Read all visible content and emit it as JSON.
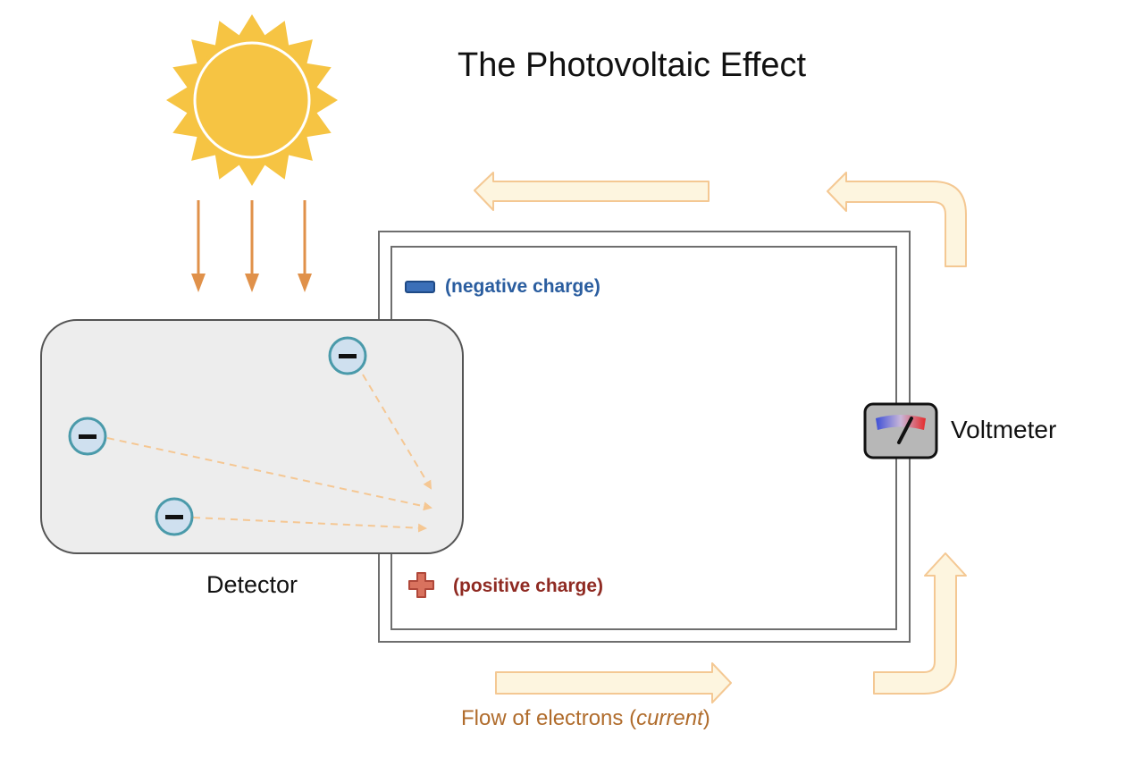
{
  "title": "The Photovoltaic Effect",
  "labels": {
    "detector": "Detector",
    "voltmeter": "Voltmeter",
    "negative_charge": "(negative charge)",
    "positive_charge": "(positive charge)",
    "flow_prefix": "Flow of electrons (",
    "flow_emphasis": "current",
    "flow_suffix": ")"
  },
  "electron_symbol": "−",
  "icons": [
    "sun-icon",
    "electron-icon",
    "minus-icon",
    "plus-icon",
    "voltmeter-icon",
    "arrow-icon"
  ],
  "colors": {
    "sun": "#f6c443",
    "light_rays": "#e0914a",
    "detector_fill": "#ededed",
    "electron_fill": "#cfe0ef",
    "electron_ring": "#4a9aaa",
    "negative": "#2a5d9f",
    "positive": "#8f2a22",
    "flow_arrows": "#fdf5df",
    "flow_arrow_outline": "#f4c893",
    "flow_text": "#b06c2c"
  }
}
